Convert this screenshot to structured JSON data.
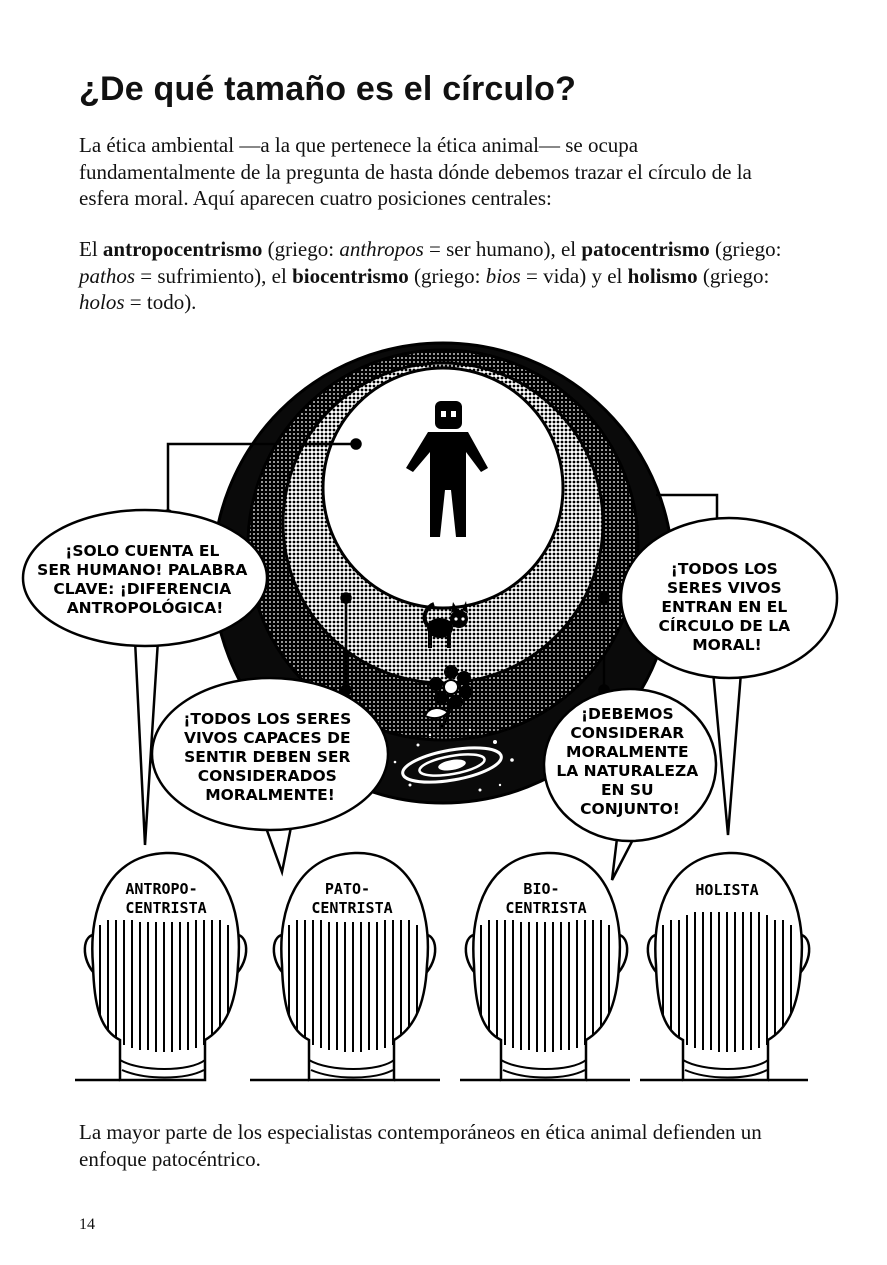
{
  "title": "¿De qué tamaño es el círculo?",
  "paragraph1": "La ética ambiental —a la que pertenece la ética animal— se ocupa fundamentalmente de la pregunta de hasta dónde debemos trazar el círculo de la esfera moral. Aquí aparecen cuatro posiciones centrales:",
  "paragraph2": {
    "t1": "El ",
    "b1": "antropocentrismo",
    "t2": " (griego: ",
    "i1": "anthropos",
    "t3": " = ser humano), el ",
    "b2": "patocentrismo",
    "t4": " (griego: ",
    "i2": "pathos",
    "t5": " = sufrimiento), el ",
    "b3": "biocentrismo",
    "t6": " (griego: ",
    "i3": "bios",
    "t7": " = vida) y el ",
    "b4": "holismo",
    "t8": " (griego: ",
    "i4": "holos",
    "t9": " = todo)."
  },
  "bubbles": {
    "anthropo": [
      "¡SOLO CUENTA EL",
      "SER HUMANO! PALABRA",
      "CLAVE: ¡DIFERENCIA",
      "ANTROPOLÓGICA!"
    ],
    "patho": [
      "¡TODOS LOS SERES",
      "VIVOS CAPACES DE",
      "SENTIR DEBEN SER",
      "CONSIDERADOS",
      "MORALMENTE!"
    ],
    "bio": [
      "¡TODOS LOS",
      "SERES VIVOS",
      "ENTRAN EN EL",
      "CÍRCULO DE LA",
      "MORAL!"
    ],
    "holist": [
      "¡DEBEMOS",
      "CONSIDERAR",
      "MORALMENTE",
      "LA NATURALEZA",
      "EN SU",
      "CONJUNTO!"
    ]
  },
  "heads": {
    "anthropo": [
      "ANTROPO-",
      "CENTRISTA"
    ],
    "patho": [
      "PATO-",
      "CENTRISTA"
    ],
    "bio": [
      "BIO-",
      "CENTRISTA"
    ],
    "holist": [
      "HOLISTA"
    ]
  },
  "paragraph3": "La mayor parte de los especialistas contemporáneos en ética animal defienden un enfoque patocéntrico.",
  "page_number": "14"
}
